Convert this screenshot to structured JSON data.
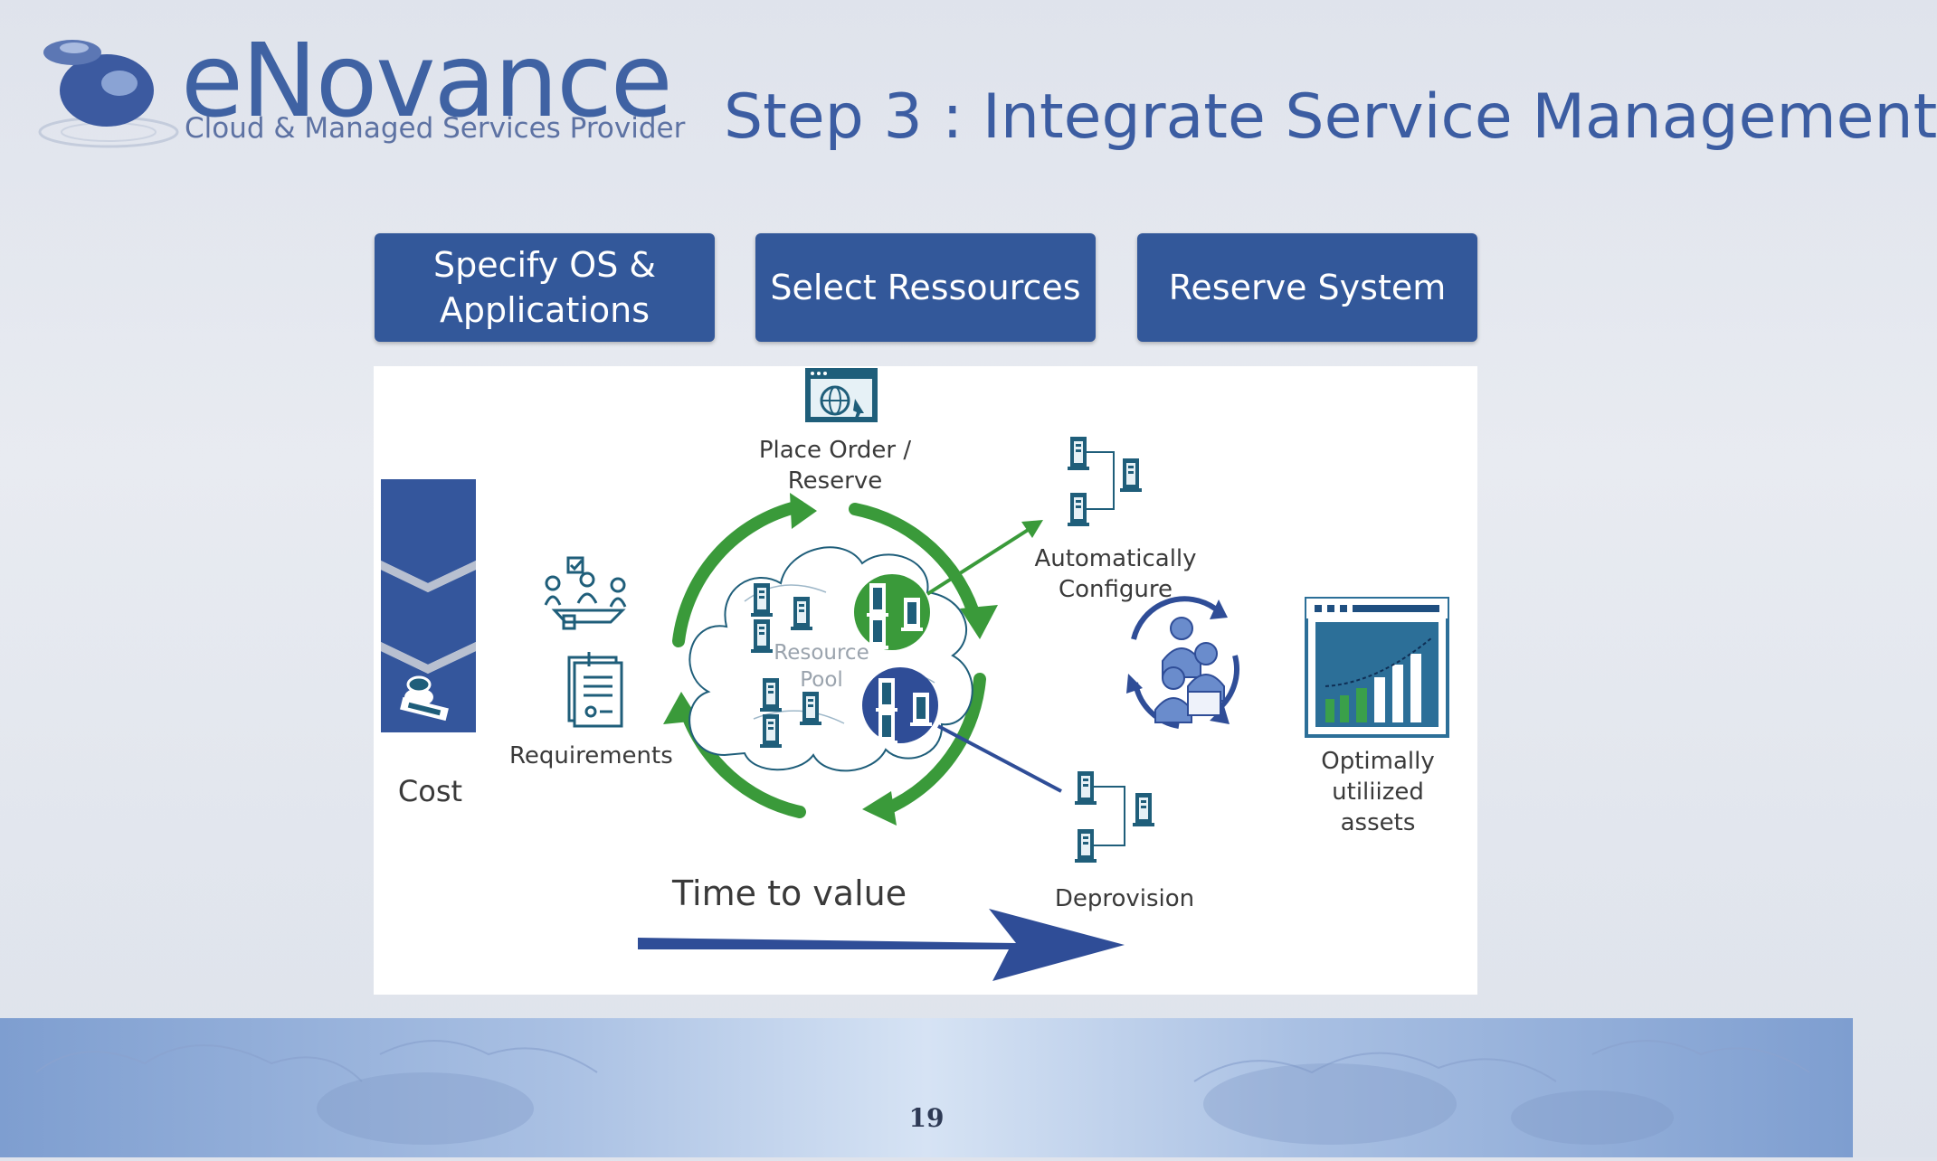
{
  "header": {
    "logo_word": "eNovance",
    "logo_tagline": "Cloud & Managed Services Provider",
    "title": "Step 3 : Integrate Service Management"
  },
  "steps": [
    {
      "label_line1": "Specify OS &",
      "label_line2": "Applications"
    },
    {
      "label": "Select Ressources"
    },
    {
      "label": "Reserve System"
    }
  ],
  "diagram": {
    "cost": "Cost",
    "requirements": "Requirements",
    "place_order_line1": "Place Order /",
    "place_order_line2": "Reserve",
    "resource_pool_line1": "Resource",
    "resource_pool_line2": "Pool",
    "auto_config_line1": "Automatically",
    "auto_config_line2": "Configure",
    "deprovision": "Deprovision",
    "optimal_line1": "Optimally",
    "optimal_line2": "utiliized",
    "optimal_line3": "assets",
    "time_to_value": "Time to value"
  },
  "footer": {
    "page_number": "19"
  },
  "colors": {
    "brand_blue": "#33589a",
    "accent_green": "#3a9a3a",
    "icon_teal": "#1f5e7a"
  }
}
